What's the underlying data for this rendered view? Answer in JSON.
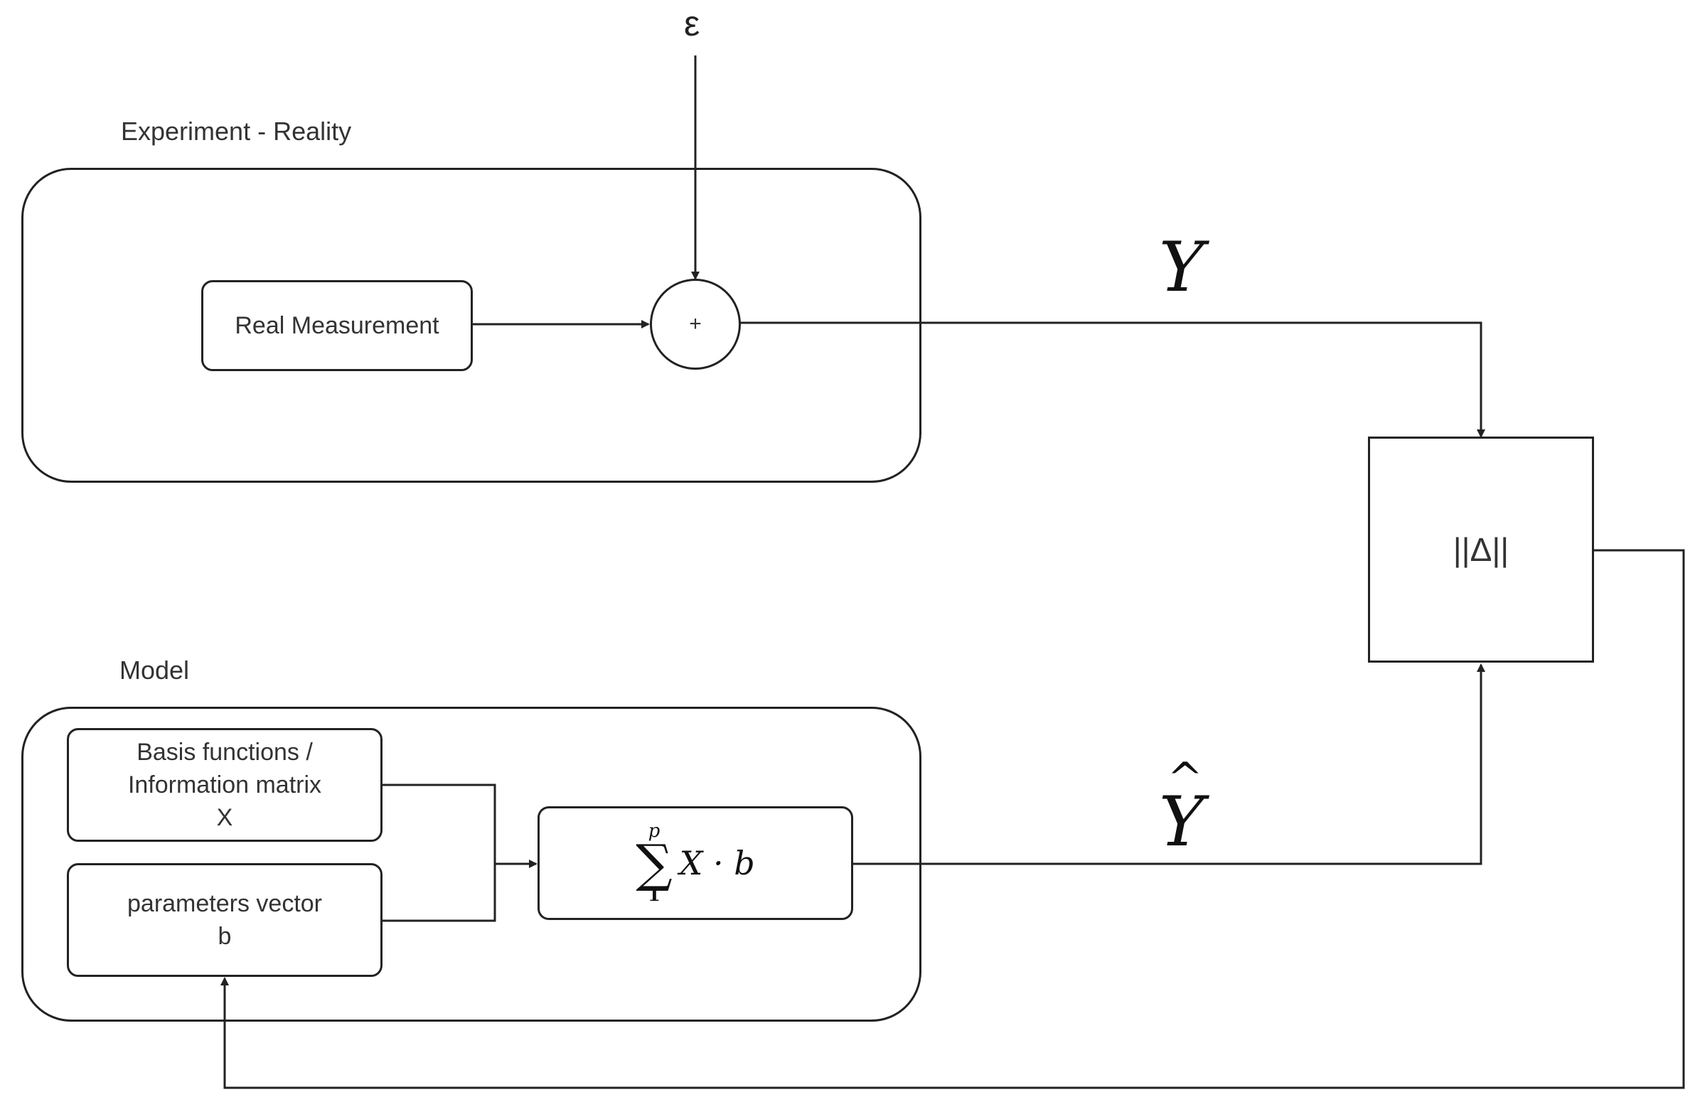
{
  "groups": {
    "experiment": {
      "label": "Experiment  - Reality"
    },
    "model": {
      "label": "Model"
    }
  },
  "nodes": {
    "real_measurement": {
      "label": "Real Measurement"
    },
    "sum_junction": {
      "label": "+"
    },
    "basis_functions": {
      "lines": [
        "Basis functions /",
        "Information matrix",
        "X"
      ]
    },
    "parameters_vector": {
      "lines": [
        "parameters vector",
        "b"
      ]
    },
    "summation": {
      "upper": "p",
      "lower": "1",
      "symbol": "∑",
      "expression": "X · b"
    },
    "comparator": {
      "label": "||Δ||"
    }
  },
  "signals": {
    "noise": "ε",
    "measured_output": "Y",
    "predicted_output": "Y",
    "predicted_hat": "^"
  },
  "edges": [
    {
      "from": "noise",
      "to": "sum_junction"
    },
    {
      "from": "real_measurement",
      "to": "sum_junction"
    },
    {
      "from": "sum_junction",
      "to": "comparator"
    },
    {
      "from": "basis_functions",
      "to": "summation"
    },
    {
      "from": "parameters_vector",
      "to": "summation"
    },
    {
      "from": "summation",
      "to": "comparator"
    },
    {
      "from": "comparator",
      "to": "parameters_vector"
    }
  ],
  "colors": {
    "stroke": "#222222",
    "text": "#333333",
    "background": "#ffffff"
  }
}
